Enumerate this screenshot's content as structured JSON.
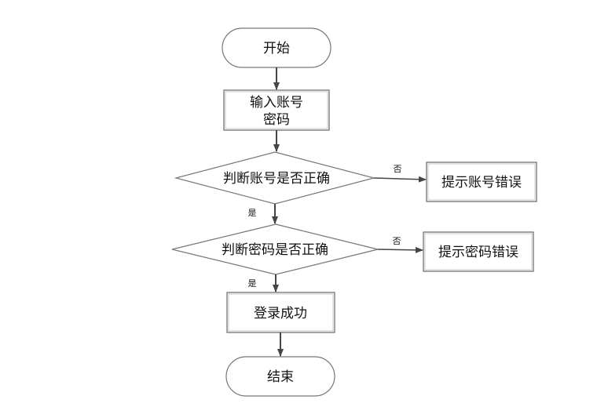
{
  "flowchart": {
    "start": "开始",
    "input_line1": "输入账号",
    "input_line2": "密码",
    "check_account": "判断账号是否正确",
    "check_password": "判断密码是否正确",
    "account_error": "提示账号错误",
    "password_error": "提示密码错误",
    "success": "登录成功",
    "end": "结束",
    "yes_label": "是",
    "no_label": "否"
  },
  "colors": {
    "stroke": "#555555",
    "border_light": "#999999",
    "fill": "#ffffff",
    "text": "#111111"
  }
}
